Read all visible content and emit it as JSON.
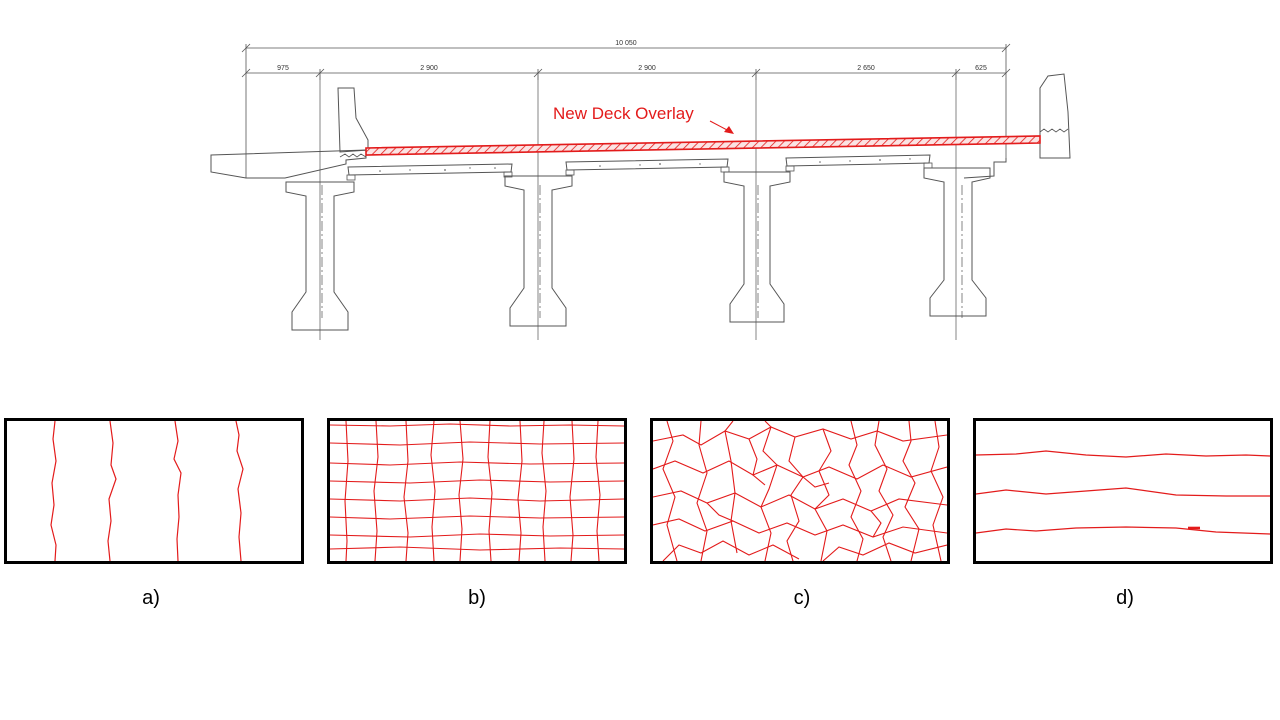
{
  "diagram": {
    "dimensions": {
      "overall": "10 050",
      "segments": [
        "975",
        "2 900",
        "2 900",
        "2 650",
        "625"
      ]
    },
    "overlay_label": "New Deck Overlay"
  },
  "panels": [
    {
      "caption": "a)"
    },
    {
      "caption": "b)"
    },
    {
      "caption": "c)"
    },
    {
      "caption": "d)"
    }
  ],
  "colors": {
    "drawing": "#555555",
    "highlight": "#e31b1b",
    "frame": "#000000"
  }
}
